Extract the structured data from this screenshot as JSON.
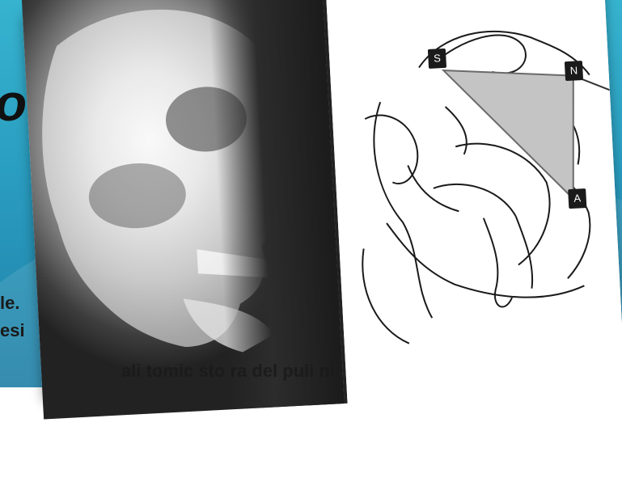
{
  "slide": {
    "title_fragment": "o",
    "body_lines": [
      "le.",
      "esi",
      "ali  tomic  sto  ra del  puli  ni"
    ]
  },
  "xray": {
    "label": ""
  },
  "tracing": {
    "landmarks": [
      {
        "id": "s",
        "label": "S"
      },
      {
        "id": "n",
        "label": "N"
      },
      {
        "id": "a",
        "label": "A"
      }
    ],
    "triangle_color": "#c4c4c4"
  },
  "colors": {
    "background": "#2a9dc0",
    "frame": "#ffffff",
    "text": "#1a1a1a"
  }
}
